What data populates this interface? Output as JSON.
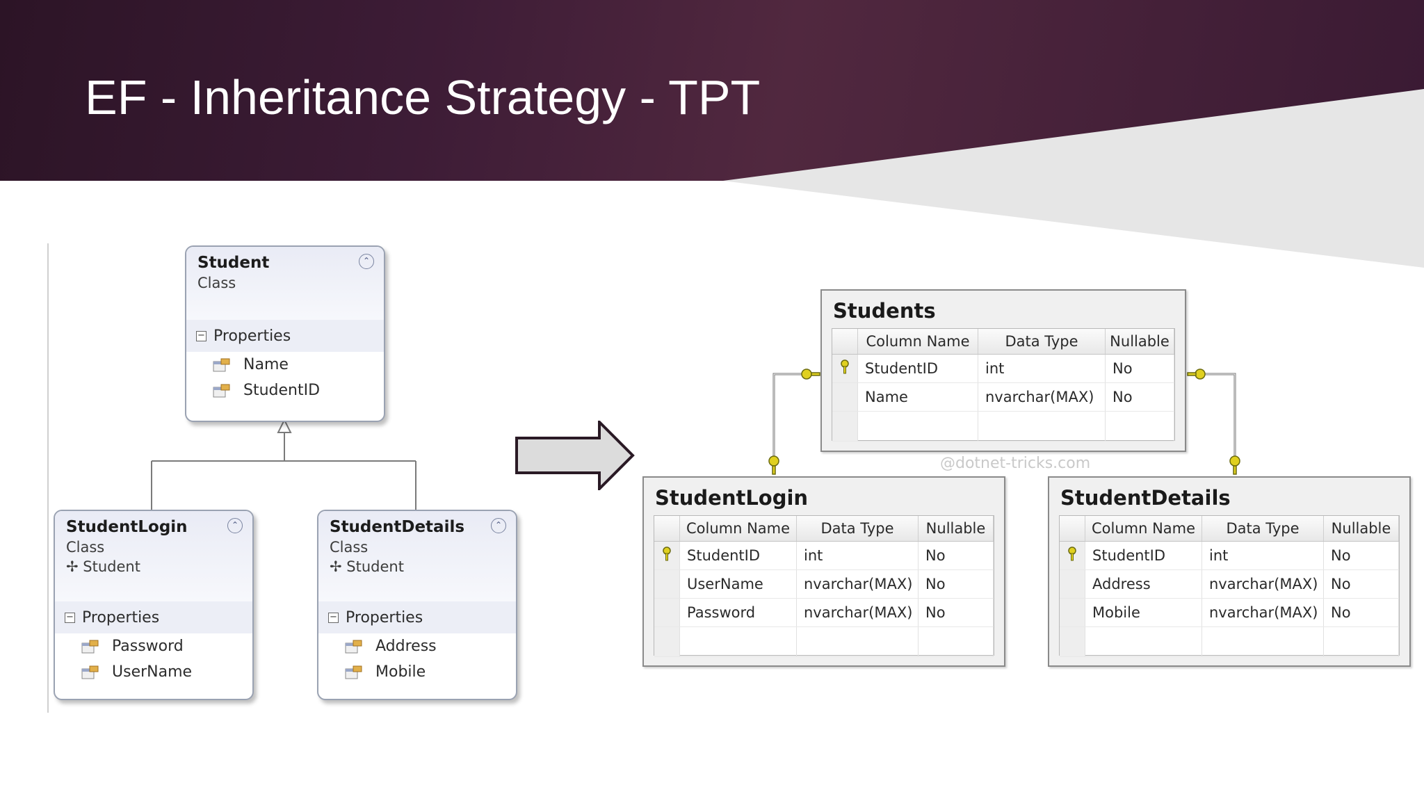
{
  "slide": {
    "title": "EF - Inheritance Strategy - TPT"
  },
  "class_diagram": {
    "classes": [
      {
        "name": "Student",
        "kind": "Class",
        "base": "",
        "section": "Properties",
        "properties": [
          "Name",
          "StudentID"
        ]
      },
      {
        "name": "StudentLogin",
        "kind": "Class",
        "base": "Student",
        "section": "Properties",
        "properties": [
          "Password",
          "UserName"
        ]
      },
      {
        "name": "StudentDetails",
        "kind": "Class",
        "base": "Student",
        "section": "Properties",
        "properties": [
          "Address",
          "Mobile"
        ]
      }
    ]
  },
  "database_diagram": {
    "columns_header": {
      "col1": "Column Name",
      "col2": "Data Type",
      "col3": "Nullable"
    },
    "tables": [
      {
        "name": "Students",
        "rows": [
          {
            "column": "StudentID",
            "type": "int",
            "nullable": "No",
            "key": true
          },
          {
            "column": "Name",
            "type": "nvarchar(MAX)",
            "nullable": "No",
            "key": false
          }
        ]
      },
      {
        "name": "StudentLogin",
        "rows": [
          {
            "column": "StudentID",
            "type": "int",
            "nullable": "No",
            "key": true
          },
          {
            "column": "UserName",
            "type": "nvarchar(MAX)",
            "nullable": "No",
            "key": false
          },
          {
            "column": "Password",
            "type": "nvarchar(MAX)",
            "nullable": "No",
            "key": false
          }
        ]
      },
      {
        "name": "StudentDetails",
        "rows": [
          {
            "column": "StudentID",
            "type": "int",
            "nullable": "No",
            "key": true
          },
          {
            "column": "Address",
            "type": "nvarchar(MAX)",
            "nullable": "No",
            "key": false
          },
          {
            "column": "Mobile",
            "type": "nvarchar(MAX)",
            "nullable": "No",
            "key": false
          }
        ]
      }
    ],
    "watermark": "@dotnet-tricks.com"
  },
  "colors": {
    "header_dark": "#2c1426",
    "header_mid": "#51283f",
    "key_yellow": "#e0d020"
  }
}
